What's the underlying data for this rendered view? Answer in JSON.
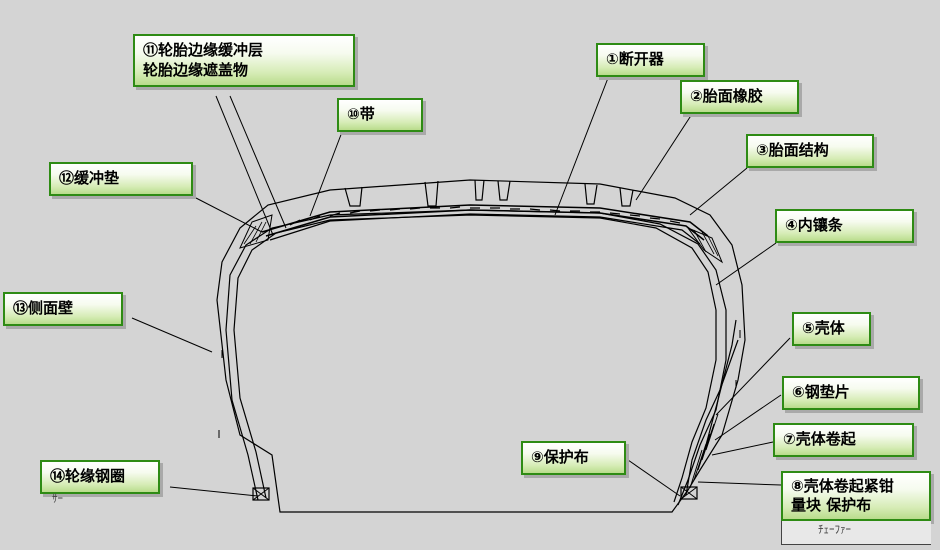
{
  "labels": [
    {
      "id": "1",
      "text": "①断开器"
    },
    {
      "id": "2",
      "text": "②胎面橡胶"
    },
    {
      "id": "3",
      "text": "③胎面结构"
    },
    {
      "id": "4",
      "text": "④内镶条"
    },
    {
      "id": "5",
      "text": "⑤壳体"
    },
    {
      "id": "6",
      "text": "⑥钢垫片"
    },
    {
      "id": "7",
      "text": "⑦壳体卷起"
    },
    {
      "id": "8",
      "line1": "⑧壳体卷起紧钳",
      "line2": "量块  保护布"
    },
    {
      "id": "9",
      "text": "⑨保护布"
    },
    {
      "id": "10",
      "text": "⑩带"
    },
    {
      "id": "11",
      "line1": "⑪轮胎边缘缓冲层",
      "line2": "轮胎边缘遮盖物"
    },
    {
      "id": "12",
      "text": "⑫缓冲垫"
    },
    {
      "id": "13",
      "text": "⑬侧面壁"
    },
    {
      "id": "14",
      "text": "⑭轮缘钢圈"
    }
  ],
  "fragments": {
    "left_bottom": "ｻｰ",
    "right_bottom": "ﾁｪｰﾌｧｰ"
  },
  "colors": {
    "background": "#d4d4d4",
    "label_border": "#2e8b14",
    "label_fill": "#d6ecb6",
    "line": "#000000"
  }
}
